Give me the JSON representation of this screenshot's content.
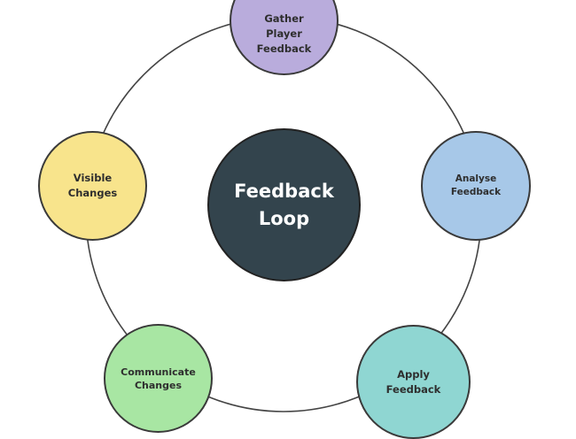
{
  "center": {
    "label": "Feedback\nLoop",
    "color": "#33444d"
  },
  "nodes": [
    {
      "label": "Gather\nPlayer\nFeedback",
      "color": "#b9acdc"
    },
    {
      "label": "Analyse\nFeedback",
      "color": "#a7c8e8"
    },
    {
      "label": "Apply\nFeedback",
      "color": "#8fd6d2"
    },
    {
      "label": "Communicate\nChanges",
      "color": "#a8e6a3"
    },
    {
      "label": "Visible\nChanges",
      "color": "#f8e48c"
    }
  ]
}
